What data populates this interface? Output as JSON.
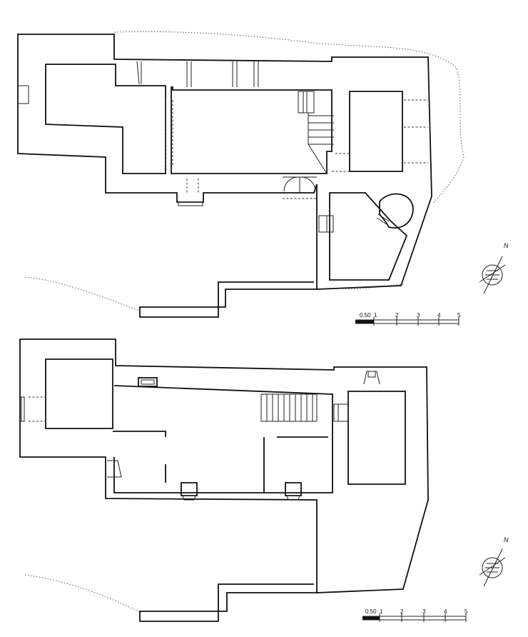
{
  "plans": [
    {
      "id": "upper",
      "north_label": "N",
      "scale": {
        "labels": [
          "0.50",
          "1",
          "2",
          "3",
          "4",
          "5"
        ]
      }
    },
    {
      "id": "lower",
      "north_label": "N",
      "scale": {
        "labels": [
          "0.50",
          "1",
          "2",
          "3",
          "4",
          "5"
        ]
      }
    }
  ],
  "colors": {
    "line": "#111111",
    "paper": "#ffffff"
  }
}
